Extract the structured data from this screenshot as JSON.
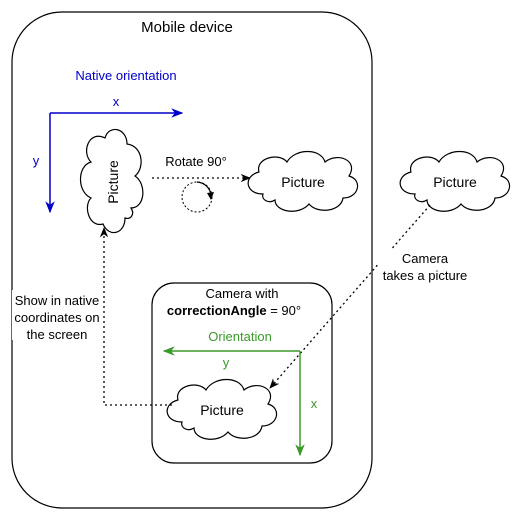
{
  "device": {
    "title": "Mobile device"
  },
  "native": {
    "title": "Native orientation",
    "axis_x": "x",
    "axis_y": "y",
    "picture_label": "Picture",
    "color": "#0000CC"
  },
  "rotate": {
    "label": "Rotate 90°",
    "picture_label": "Picture"
  },
  "external": {
    "picture_label": "Picture"
  },
  "camera_action": {
    "line1": "Camera",
    "line2": "takes a picture"
  },
  "show_label": {
    "line1": "Show in native",
    "line2": "coordinates on",
    "line3": "the screen"
  },
  "camera": {
    "line1": "Camera with",
    "line2_bold": "correctionAngle",
    "line2_rest": " = 90°",
    "orientation_label": "Orientation",
    "axis_y": "y",
    "axis_x": "x",
    "picture_label": "Picture",
    "color": "#3A9A2A"
  }
}
